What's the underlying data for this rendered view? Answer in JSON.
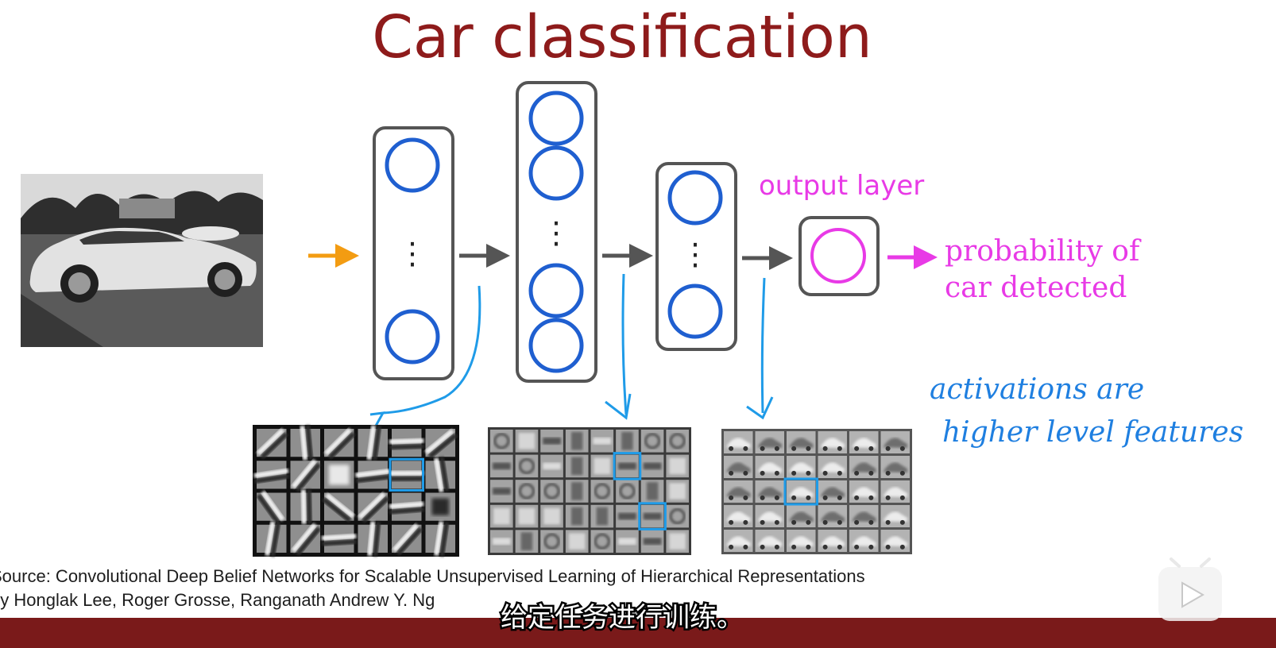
{
  "slide": {
    "title": "Car classification",
    "output_layer_label": "output layer",
    "probability_line1": "probability of",
    "probability_line2": "car detected",
    "handwritten_line1": "activations are",
    "handwritten_line2": "higher level features",
    "source_line1": "Source: Convolutional Deep Belief Networks for Scalable Unsupervised Learning of Hierarchical Representations",
    "source_line2": "by Honglak Lee, Roger Grosse, Ranganath Andrew Y. Ng",
    "subtitle": "给定任务进行训练。",
    "ellipsis": "⋮"
  },
  "colors": {
    "title": "#8e1b1b",
    "neuron": "#1f5fd0",
    "output_neuron": "#e83ae6",
    "arrow_input": "#f39c12",
    "arrow_hidden": "#555555",
    "arrow_output": "#e83ae6",
    "annotation": "#1f9be8",
    "footer_bar": "#7a1a1a"
  }
}
